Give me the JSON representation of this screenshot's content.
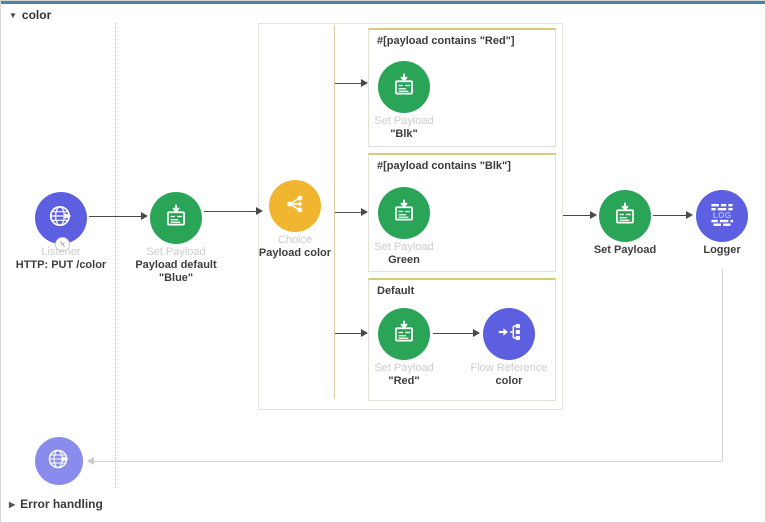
{
  "colors": {
    "indigo": "#5b5fe0",
    "indigo_light": "#898cec",
    "green": "#2aa558",
    "yellow": "#f0b62f",
    "accent_bar": "#4f81a0"
  },
  "flow": {
    "title": "color",
    "error_section_label": "Error handling"
  },
  "nodes": {
    "listener": {
      "type": "Listener",
      "name": "HTTP: PUT /color"
    },
    "set_payload_blue": {
      "type": "Set Payload",
      "name": "Payload default\n\"Blue\""
    },
    "choice": {
      "type": "Choice",
      "name": "Payload color"
    },
    "set_payload_final": {
      "name": "Set Payload"
    },
    "logger": {
      "name": "Logger",
      "icon_text": "LOG"
    }
  },
  "choice_branches": [
    {
      "header": "#[payload contains \"Red\"]",
      "steps": [
        {
          "type": "Set Payload",
          "name": "\"Blk\""
        }
      ]
    },
    {
      "header": "#[payload contains \"Blk\"]",
      "steps": [
        {
          "type": "Set Payload",
          "name": "Green"
        }
      ]
    },
    {
      "header": "Default",
      "steps": [
        {
          "type": "Set Payload",
          "name": "\"Red\""
        },
        {
          "type": "Flow Reference",
          "name": "color"
        }
      ]
    }
  ]
}
